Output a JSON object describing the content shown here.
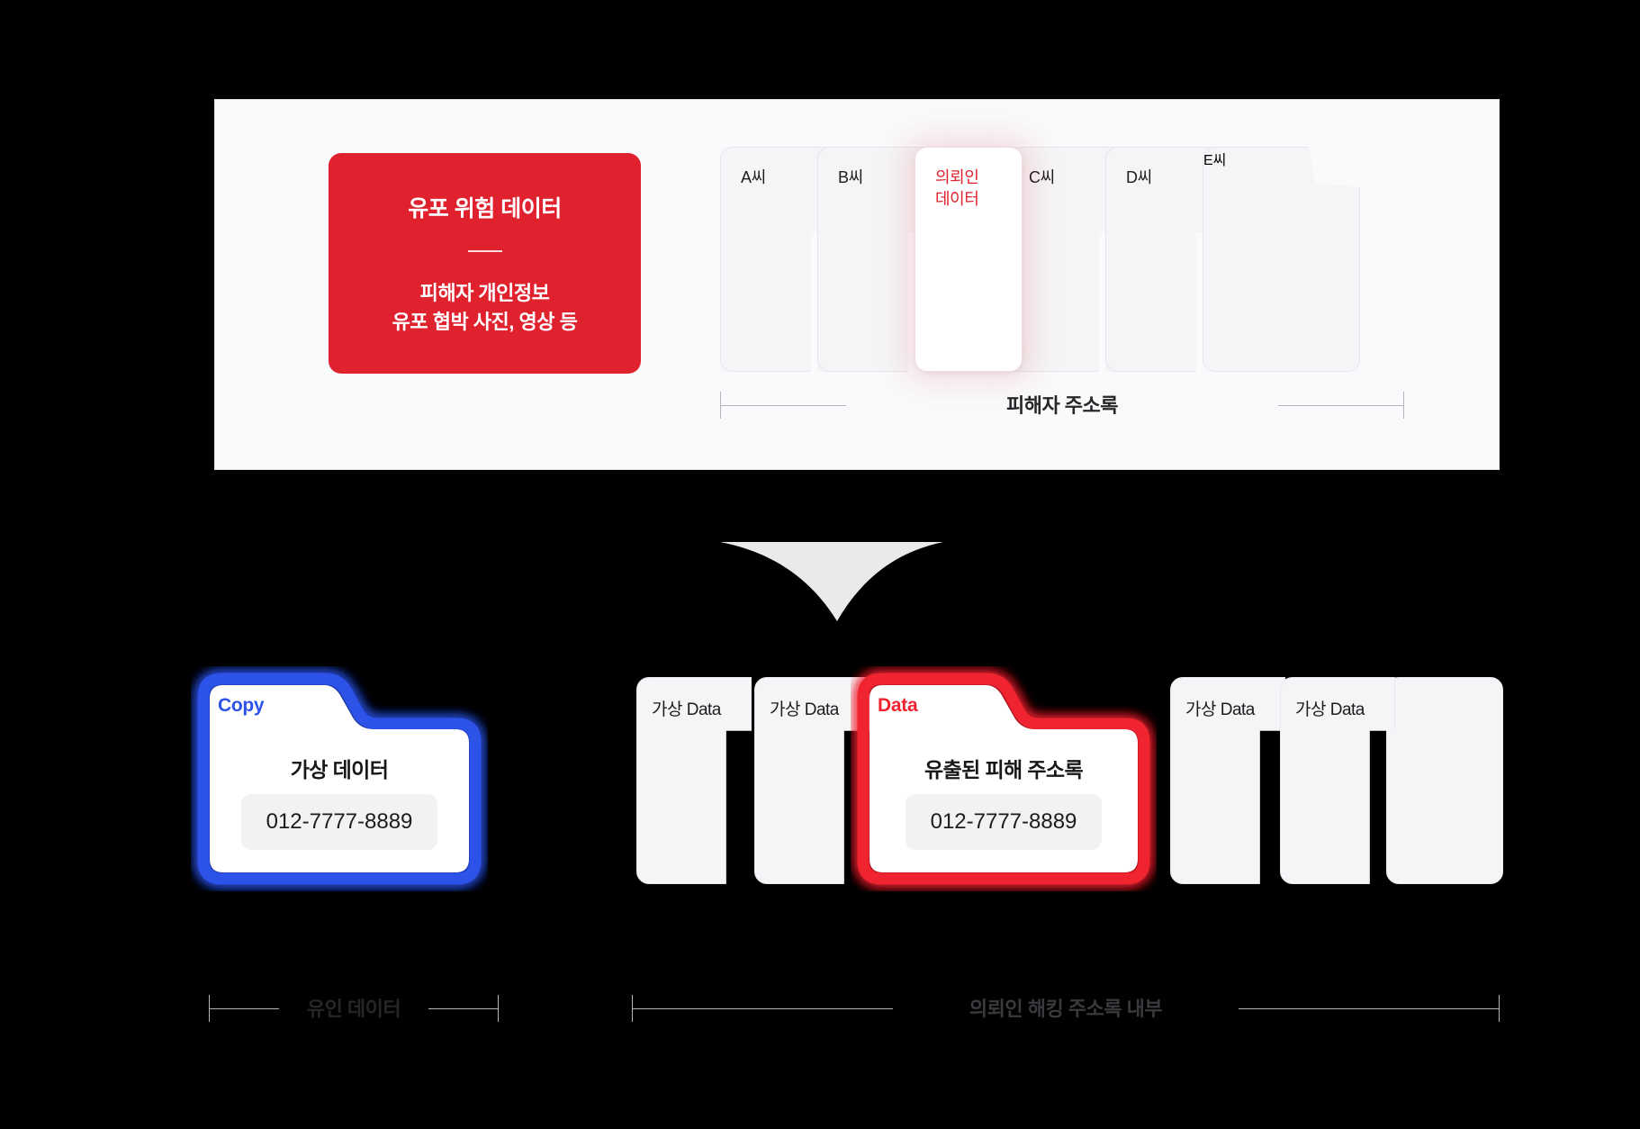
{
  "top_panel": {
    "risk_card": {
      "title": "유포 위험 데이터",
      "subtitle_line1": "피해자 개인정보",
      "subtitle_line2": "유포 협박 사진, 영상 등",
      "color": "#e0222e"
    },
    "tabs": [
      {
        "label": "A씨",
        "highlight": false
      },
      {
        "label": "B씨",
        "highlight": false
      },
      {
        "label": "의뢰인\n데이터",
        "label_line1": "의뢰인",
        "label_line2": "데이터",
        "highlight": true
      },
      {
        "label": "C씨",
        "highlight": false
      },
      {
        "label": "D씨",
        "highlight": false
      },
      {
        "label": "E씨",
        "highlight": false
      }
    ],
    "bracket_label": "피해자 주소록"
  },
  "bottom_row": {
    "lure_folder": {
      "tab_label": "Copy",
      "title": "가상 데이터",
      "phone": "012-7777-8889",
      "accent": "#2d52e8"
    },
    "data_folder": {
      "tab_label": "Data",
      "title": "유출된 피해 주소록",
      "phone": "012-7777-8889",
      "accent": "#ef2430"
    },
    "decoy_cards": [
      {
        "label": "가상 Data"
      },
      {
        "label": "가상 Data"
      },
      {
        "label": "가상 Data"
      },
      {
        "label": "가상 Data"
      },
      {
        "label": ""
      }
    ],
    "bracket_left_label": "유인 데이터",
    "bracket_right_label": "의뢰인 해킹 주소록 내부"
  },
  "colors": {
    "background": "#000000",
    "panel": "#f9fafc",
    "card": "#f4f5f7",
    "red": "#e0222e",
    "blue": "#2d52e8",
    "rail": "#b5b6bb"
  }
}
